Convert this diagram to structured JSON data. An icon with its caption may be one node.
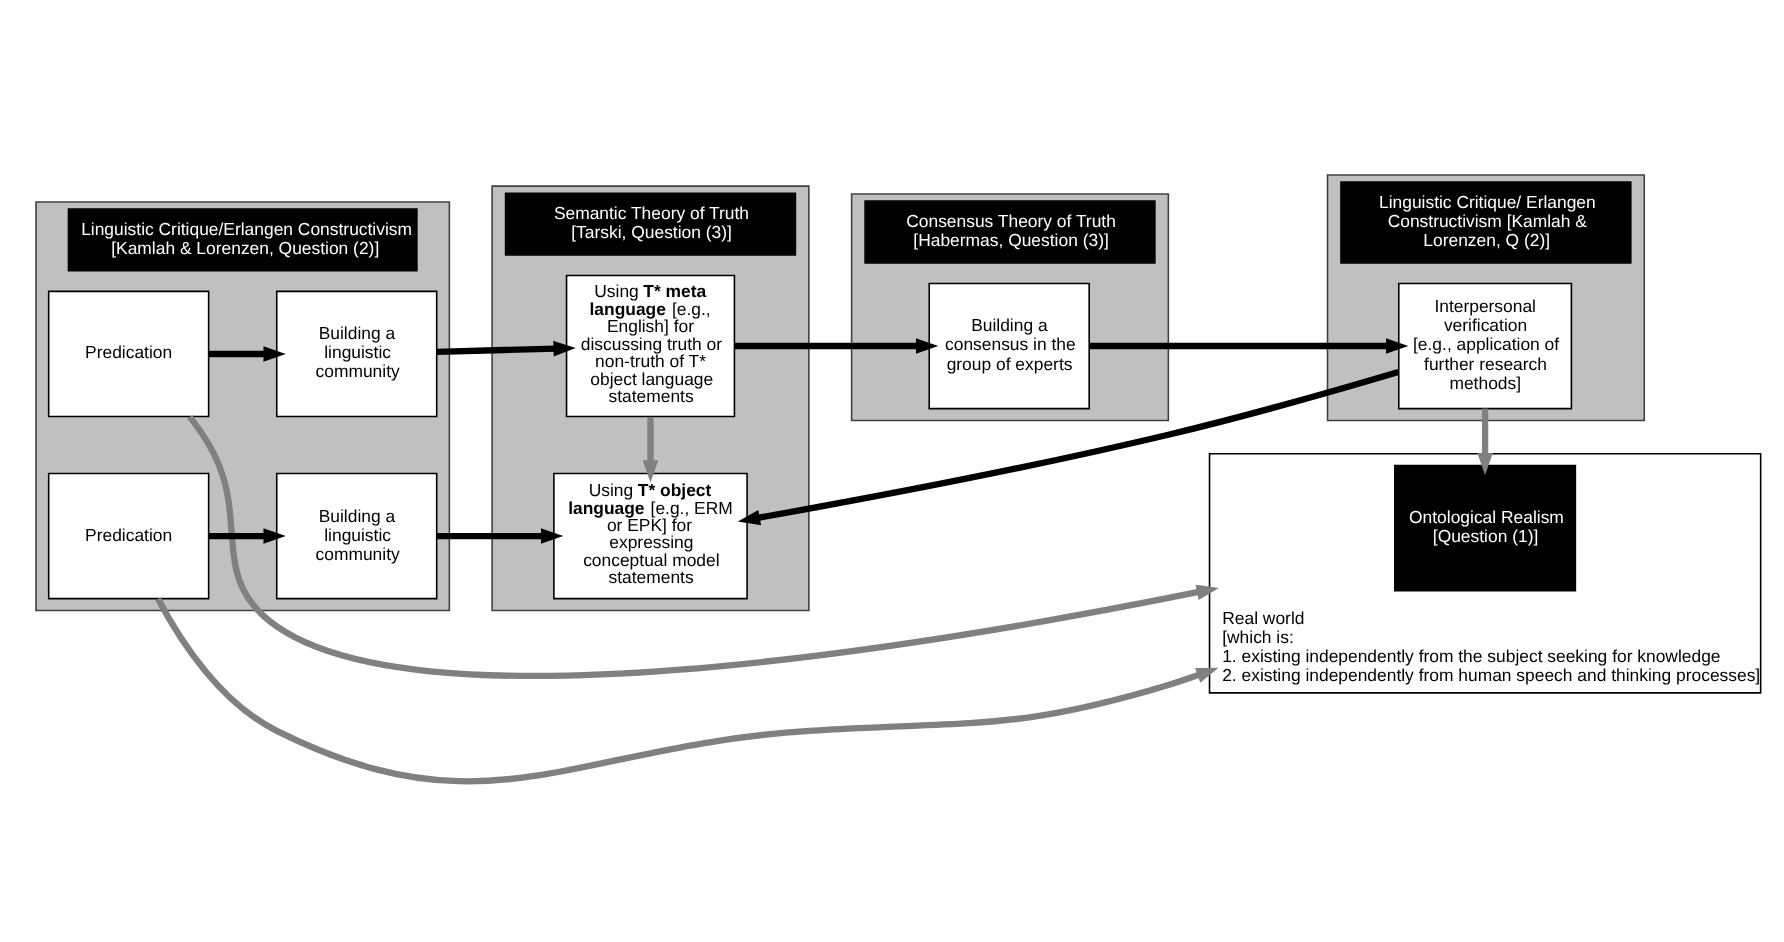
{
  "diagram": {
    "nodes": [
      {
        "text": [
          "Linguistic Critique/Erlangen Constructivism [Kamlah & Lorenzen, Question (2)]"
        ]
      },
      {
        "text": [
          "Predication"
        ],
        "in": 0
      },
      {
        "text": [
          "Building a linguistic community"
        ],
        "in": 0
      },
      {
        "text": [
          "Predication"
        ],
        "in": 0
      },
      {
        "text": [
          "Building a linguistic community"
        ],
        "in": 0
      },
      {
        "text": [
          "Semantic Theory of Truth [Tarski, Question (3)]"
        ]
      },
      {
        "text": [
          "Using **T* meta language** [e.g., English] for discussing truth or non-truth of T* object language statements"
        ],
        "in": 5
      },
      {
        "text": [
          "Using **T* object language** [e.g., ERM or EPK] for expressing conceptual model statements"
        ],
        "in": 5
      },
      {
        "text": [
          "Consensus Theory of Truth [Habermas, Question (3)]"
        ]
      },
      {
        "text": [
          "Building a consensus in the group of experts"
        ],
        "in": 8
      },
      {
        "text": [
          "Linguistic Critique/ Erlangen Constructivism [Kamlah & Lorenzen, Q (2)]"
        ]
      },
      {
        "text": [
          "Interpersonal verification",
          "[e.g., application of further research methods]"
        ],
        "in": 10
      },
      {
        "text": [
          "Real world",
          "[which is:",
          "1. existing independently from the subject seeking for knowledge",
          "2. existing independently from human speech and thinking processes]"
        ]
      },
      {
        "text": [
          "Ontological Realism [Question (1)]"
        ],
        "in": 12
      }
    ],
    "edges": [
      {
        "from": 1,
        "to": 2,
        "arrow": "to"
      },
      {
        "from": 2,
        "to": 6,
        "arrow": "to"
      },
      {
        "from": 6,
        "to": 9,
        "arrow": "to"
      },
      {
        "from": 9,
        "to": 11,
        "arrow": "to"
      },
      {
        "from": 3,
        "to": 4,
        "arrow": "to"
      },
      {
        "from": 4,
        "to": 7,
        "arrow": "to"
      },
      {
        "from": 6,
        "to": 7,
        "arrow": "to",
        "color": "#808080"
      },
      {
        "from": 11,
        "to": 7,
        "arrow": "to"
      },
      {
        "from": 11,
        "to": 13,
        "arrow": "to",
        "color": "#808080"
      },
      {
        "from": 1,
        "to": 12,
        "arrow": "to",
        "color": "#808080"
      },
      {
        "from": 3,
        "to": 12,
        "arrow": "to",
        "color": "#808080"
      }
    ]
  }
}
